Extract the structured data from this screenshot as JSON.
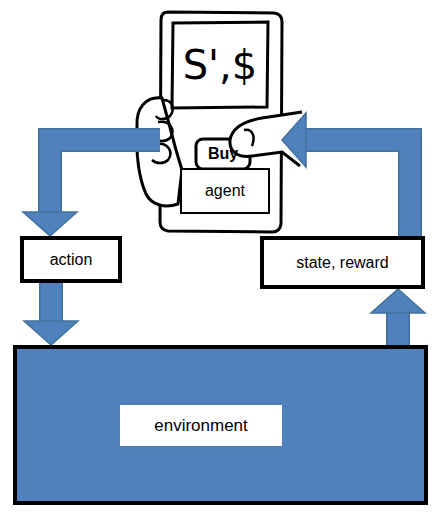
{
  "diagram": {
    "nodes": [
      {
        "text": [
          "agent"
        ]
      },
      {
        "text": [
          "action"
        ]
      },
      {
        "text": [
          "state, reward"
        ]
      },
      {
        "text": [
          "environment"
        ]
      }
    ],
    "edges": [
      {
        "from": 0,
        "to": 1,
        "arrow": "to"
      },
      {
        "from": 1,
        "to": 3,
        "arrow": "to"
      },
      {
        "from": 3,
        "to": 2,
        "arrow": "to"
      },
      {
        "from": 2,
        "to": 0,
        "arrow": "to"
      }
    ],
    "labels": [
      "S',$",
      "Buy"
    ]
  }
}
